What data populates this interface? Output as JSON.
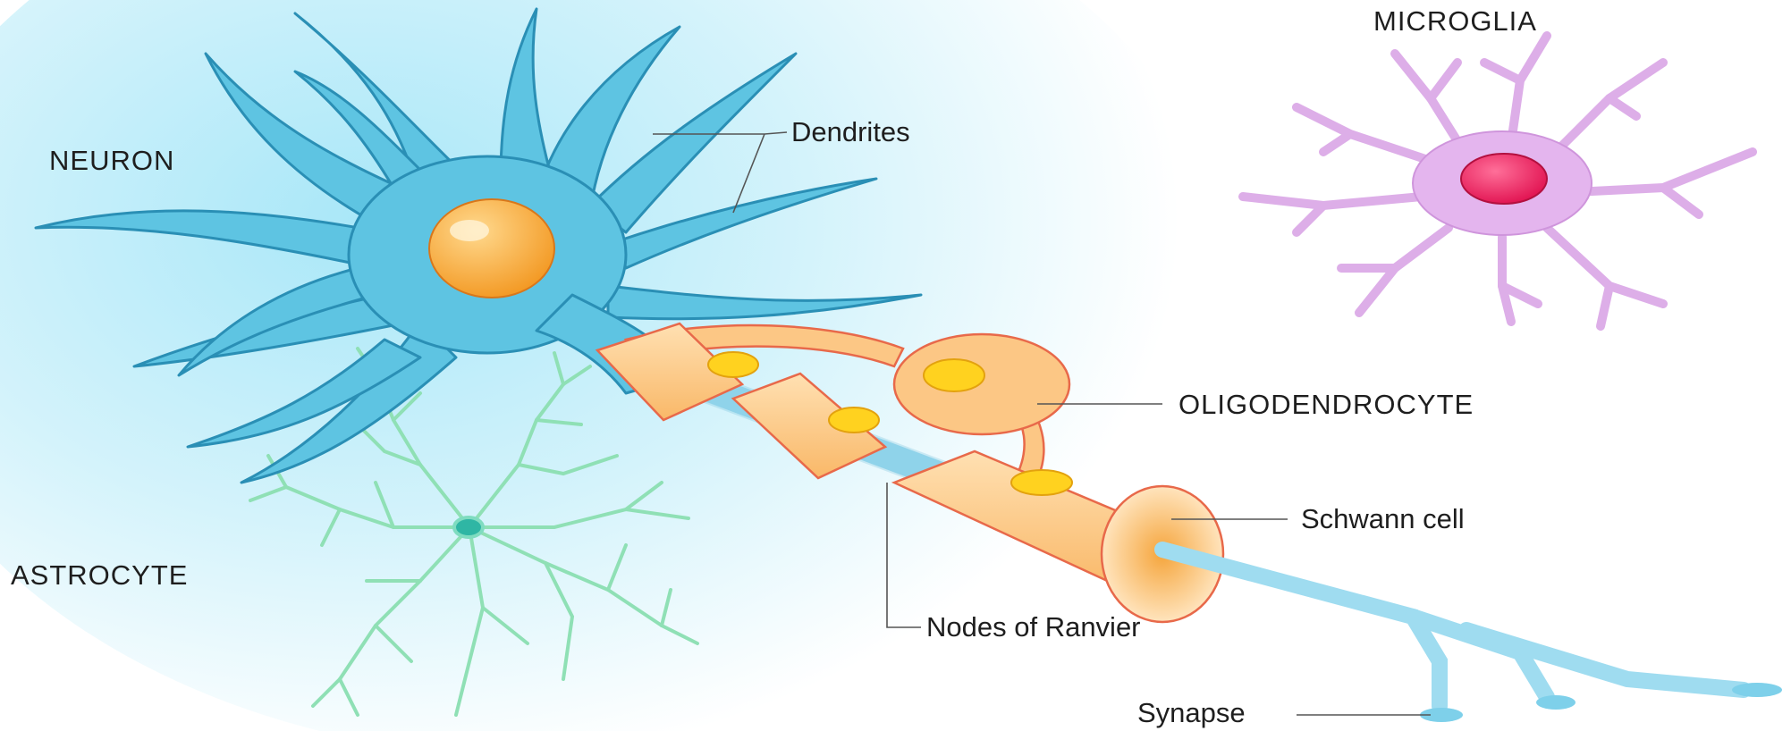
{
  "labels": {
    "neuron": "NEURON",
    "microglia": "MICROGLIA",
    "astrocyte": "ASTROCYTE",
    "dendrites": "Dendrites",
    "oligodendrocyte": "OLIGODENDROCYTE",
    "schwann_cell": "Schwann cell",
    "nodes_of_ranvier": "Nodes of Ranvier",
    "synapse": "Synapse"
  },
  "colors": {
    "background_glow": "#bfeefa",
    "neuron_body": "#5ec4e2",
    "neuron_outline": "#2a8fb5",
    "nucleus": "#f6a73a",
    "myelin": "#fcc785",
    "myelin_outline": "#e8694a",
    "microglia_body": "#e4b5ee",
    "microglia_nucleus": "#ef2f6b",
    "astrocyte": "#8ee0b4",
    "axon": "#9fdcf0"
  }
}
